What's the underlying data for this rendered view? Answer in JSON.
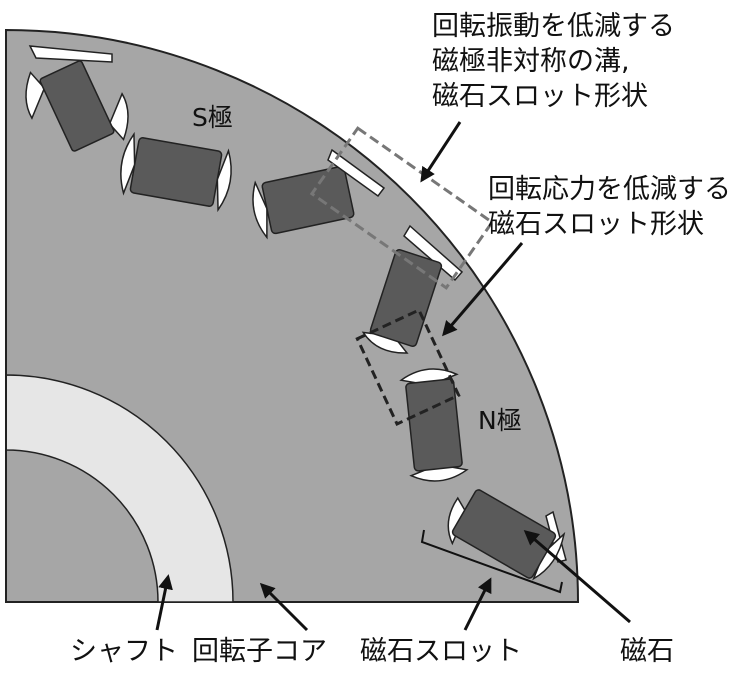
{
  "annotations": {
    "vibration_callout": [
      "回転振動を低減する",
      "磁極非対称の溝,",
      "磁石スロット形状"
    ],
    "stress_callout": [
      "回転応力を低減する",
      "磁石スロット形状"
    ],
    "s_pole": "S極",
    "n_pole": "N極"
  },
  "bottom_labels": {
    "shaft": "シャフト",
    "rotor_core": "回転子コア",
    "magnet_slot": "磁石スロット",
    "magnet": "磁石"
  },
  "colors": {
    "core": "#a6a6a6",
    "shaft": "#e6e6e6",
    "magnet": "#5a5a5a",
    "slot": "#ffffff",
    "outline": "#222222",
    "callout_vibration": "#777777",
    "callout_stress": "#222222"
  }
}
